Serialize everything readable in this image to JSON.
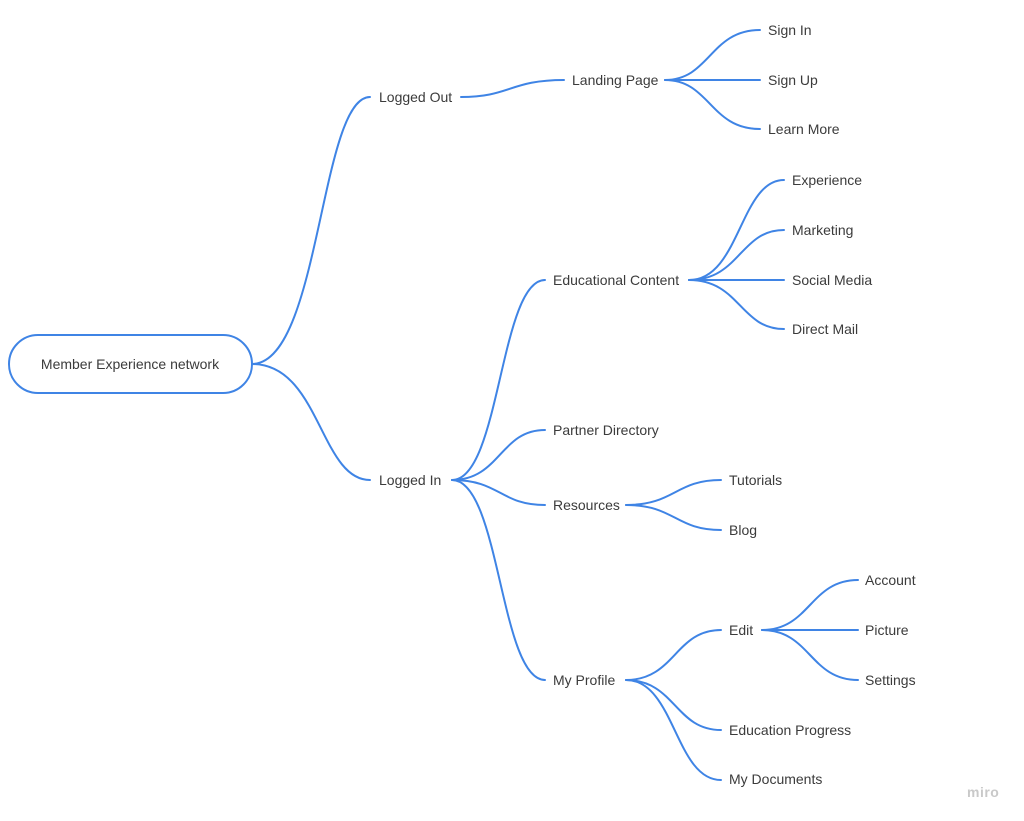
{
  "root": {
    "label": "Member Experience network"
  },
  "nodes": {
    "logged_out": "Logged Out",
    "landing_page": "Landing Page",
    "sign_in": "Sign In",
    "sign_up": "Sign Up",
    "learn_more": "Learn More",
    "logged_in": "Logged In",
    "educational_content": "Educational Content",
    "experience": "Experience",
    "marketing": "Marketing",
    "social_media": "Social Media",
    "direct_mail": "Direct Mail",
    "partner_directory": "Partner Directory",
    "resources": "Resources",
    "tutorials": "Tutorials",
    "blog": "Blog",
    "my_profile": "My Profile",
    "edit": "Edit",
    "account": "Account",
    "picture": "Picture",
    "settings": "Settings",
    "education_progress": "Education Progress",
    "my_documents": "My Documents"
  },
  "watermark": "miro",
  "colors": {
    "edge": "#3f84e5",
    "text": "#3b3b3b"
  }
}
